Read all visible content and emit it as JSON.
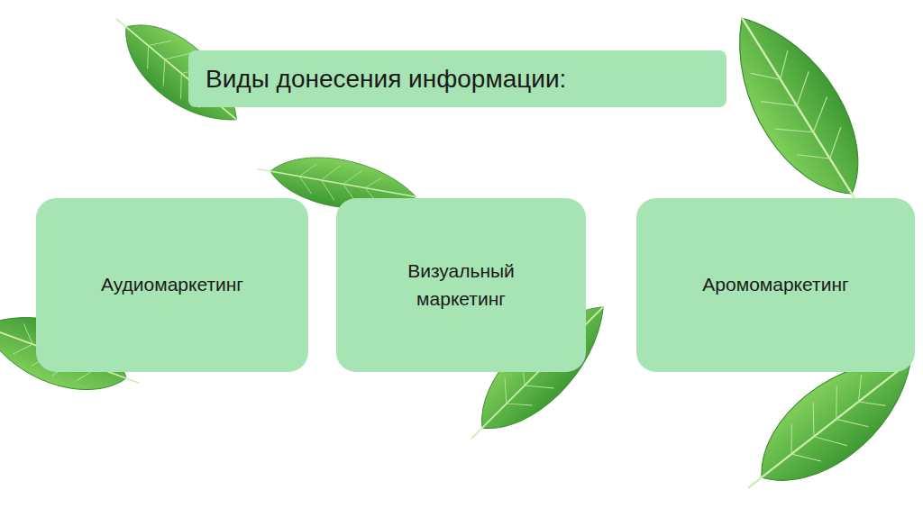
{
  "diagram": {
    "title": "Виды донесения информации:",
    "nodes": [
      {
        "text": [
          "Аудиомаркетинг"
        ]
      },
      {
        "text": [
          "Визуальный маркетинг"
        ]
      },
      {
        "text": [
          "Аромомаркетинг"
        ]
      }
    ]
  }
}
